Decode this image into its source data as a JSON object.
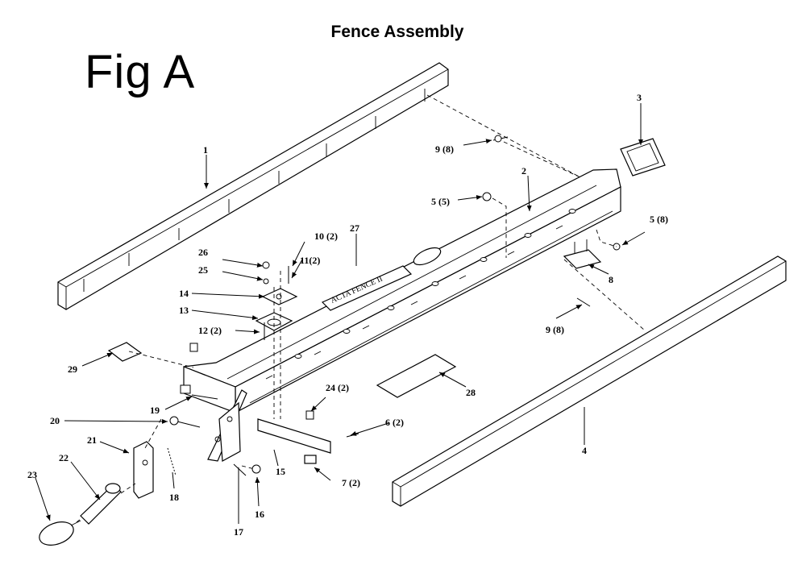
{
  "title": "Fence Assembly",
  "figure_label": "Fig A",
  "decal_text": "ACTA FENCE II",
  "callouts": {
    "c1": "1",
    "c2": "2",
    "c3": "3",
    "c4": "4",
    "c5a": "5 (5)",
    "c5b": "5 (8)",
    "c6": "6  (2)",
    "c7": "7  (2)",
    "c8": "8",
    "c9a": "9 (8)",
    "c9b": "9 (8)",
    "c10": "10 (2)",
    "c11": "11(2)",
    "c12": "12 (2)",
    "c13": "13",
    "c14": "14",
    "c15": "15",
    "c16": "16",
    "c17": "17",
    "c18": "18",
    "c19": "19",
    "c20": "20",
    "c21": "21",
    "c22": "22",
    "c23": "23",
    "c24": "24 (2)",
    "c25": "25",
    "c26": "26",
    "c27": "27",
    "c28": "28",
    "c29": "29"
  }
}
